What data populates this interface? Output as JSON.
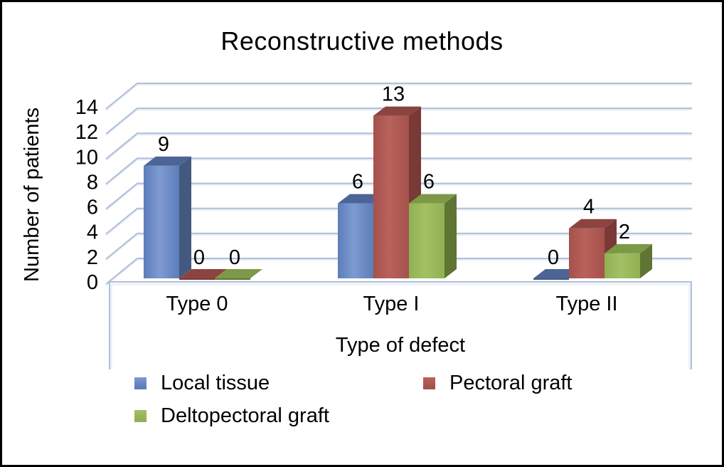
{
  "chart_data": {
    "type": "bar",
    "projection": "3d-clustered-column",
    "title": "Reconstructive methods",
    "xlabel": "Type of defect",
    "ylabel": "Number of patients",
    "categories": [
      "Type 0",
      "Type I",
      "Type II"
    ],
    "series": [
      {
        "name": "Local tissue",
        "values": [
          9,
          6,
          0
        ],
        "color": "#5c7db9",
        "color_light": "#7e9ad2",
        "color_side": "#44597f",
        "color_top": "#4d6497"
      },
      {
        "name": "Pectoral graft",
        "values": [
          0,
          13,
          4
        ],
        "color": "#a5514c",
        "color_light": "#b8625c",
        "color_side": "#7a3936",
        "color_top": "#8c4441"
      },
      {
        "name": "Deltopectoral graft",
        "values": [
          0,
          6,
          2
        ],
        "color": "#90b153",
        "color_light": "#a2c164",
        "color_side": "#5e7533",
        "color_top": "#7d9847"
      }
    ],
    "ylim": [
      0,
      14
    ],
    "yticks": [
      0,
      2,
      4,
      6,
      8,
      10,
      12,
      14
    ],
    "grid": true,
    "legend_position": "bottom",
    "value_label_color": "#000000",
    "colors": {
      "gridline": "#aebfd8",
      "gridline_highlight": "#e7edf5",
      "text": "#000000",
      "frame": "#000000",
      "background": "#ffffff"
    }
  }
}
